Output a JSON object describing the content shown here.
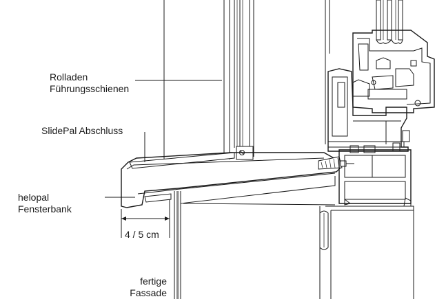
{
  "labels": {
    "rolladen_line1": "Rolladen",
    "rolladen_line2": "Führungsschienen",
    "slidepal": "SlidePal Abschluss",
    "helopal_line1": "helopal",
    "helopal_line2": "Fensterbank",
    "dimension": "4 / 5 cm",
    "fassade_line1": "fertige",
    "fassade_line2": "Fassade"
  }
}
